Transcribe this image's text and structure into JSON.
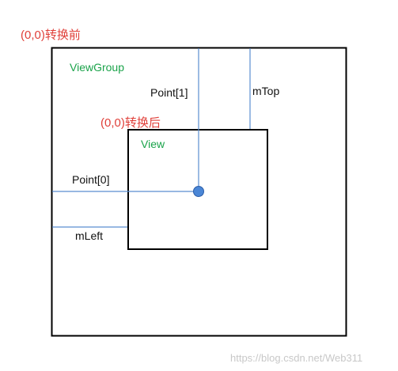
{
  "colors": {
    "outline": "#000000",
    "guide_line": "#5b8ed0",
    "point_fill": "#4a86d6",
    "point_stroke": "#2c5ea8",
    "label_red": "#e0403a",
    "label_green": "#1aa34a"
  },
  "labels": {
    "origin_before": "(0,0)转换前",
    "origin_after": "(0,0)转换后",
    "viewgroup": "ViewGroup",
    "view": "View",
    "point_1": "Point[1]",
    "point_0": "Point[0]",
    "m_top": "mTop",
    "m_left": "mLeft"
  },
  "watermark": "https://blog.csdn.net/Web311"
}
